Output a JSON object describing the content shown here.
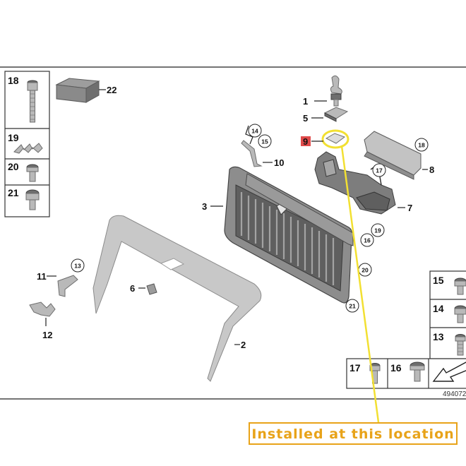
{
  "diagram": {
    "reference_number": "494072",
    "callout_text": "Installed at this location",
    "colors": {
      "highlight_label_bg": "#e04a4a",
      "callout": "#e8a319",
      "marker_ring": "#f2e032"
    },
    "parts_left_legend": [
      {
        "num": "18"
      },
      {
        "num": "19"
      },
      {
        "num": "20"
      },
      {
        "num": "21"
      }
    ],
    "parts_right_legend": [
      {
        "num": "15"
      },
      {
        "num": "14"
      },
      {
        "num": "13"
      }
    ],
    "parts_bottom_legend": [
      {
        "num": "17"
      },
      {
        "num": "16"
      }
    ],
    "labels": {
      "p1": "1",
      "p2": "2",
      "p3": "3",
      "p5": "5",
      "p6": "6",
      "p7": "7",
      "p8": "8",
      "p9": "9",
      "p10": "10",
      "p11": "11",
      "p12": "12",
      "p22": "22"
    },
    "circled": {
      "c13": "13",
      "c14": "14",
      "c15": "15",
      "c16": "16",
      "c17": "17",
      "c18": "18",
      "c19": "19",
      "c20": "20",
      "c21": "21"
    }
  }
}
